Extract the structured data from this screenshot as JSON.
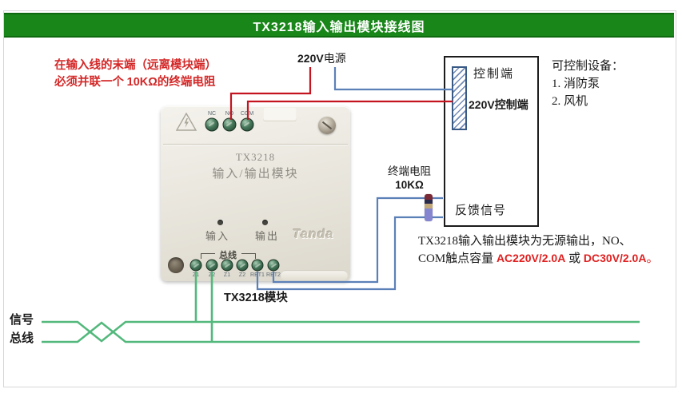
{
  "header": {
    "title": "TX3218输入输出模块接线图"
  },
  "resistor_note": {
    "line1": "在输入线的末端（远离模块端）",
    "line2_pre": "必须并联一个 ",
    "line2_bold": "10KΩ",
    "line2_post": "的终端电阻"
  },
  "power_label": {
    "prefix": "220V",
    "suffix": "电源"
  },
  "control_box": {
    "label_top": "控制端",
    "label_220v_prefix": "220V",
    "label_220v_suffix": "控制端",
    "feedback": "反馈信号"
  },
  "devices": {
    "title": "可控制设备：",
    "items": [
      "1. 消防泵",
      "2. 风机"
    ]
  },
  "terminal_resistor": {
    "line1": "终端电阻",
    "line2": "10KΩ"
  },
  "rating_note": {
    "line1": "TX3218输入输出模块为无源输出，NO、",
    "line2_pre": "COM触点容量 ",
    "line2_red1": "AC220V/2.0A",
    "line2_mid": " 或 ",
    "line2_red2": "DC30V/2.0A",
    "line2_end": "。"
  },
  "module": {
    "model": "TX3218",
    "name": "输入/输出模块",
    "brand": "Tanda",
    "top_terminals": [
      "NC",
      "NO",
      "COM"
    ],
    "bottom_terminals": [
      "Z1",
      "Z2",
      "Z1",
      "Z2",
      "RET1",
      "RET2"
    ],
    "bus_label": "总线",
    "input_label": "输入",
    "output_label": "输出",
    "caption": "TX3218模块"
  },
  "signal_bus": {
    "line1": "信号",
    "line2": "总线"
  },
  "icons": [
    "warning-triangle-icon",
    "screw-icon",
    "screw-hole-icon",
    "led-indicator"
  ],
  "colors": {
    "header_green": "#188618",
    "wire_red": "#c41420",
    "wire_blue": "#5b80b8",
    "wire_green": "#53b87c",
    "annotation_red": "#d42828",
    "rating_red": "#e02020",
    "resistor_body": "#8585d0"
  }
}
